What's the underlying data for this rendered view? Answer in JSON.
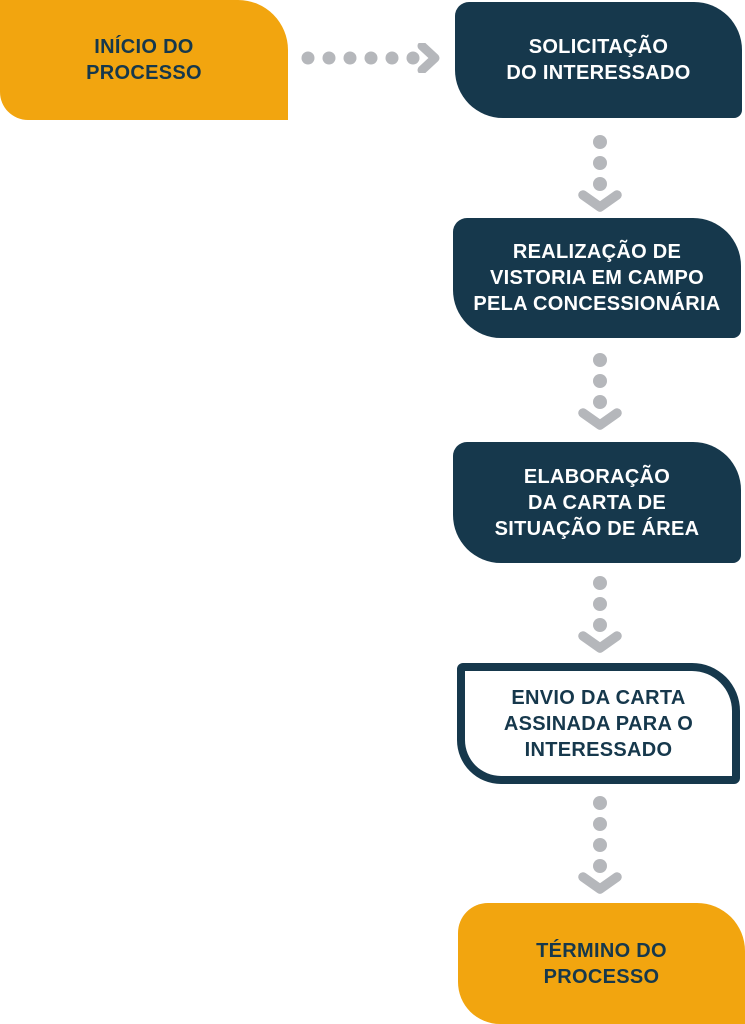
{
  "diagram": {
    "type": "flowchart",
    "background": "#FFFFFF",
    "nodes": [
      {
        "id": "inicio",
        "label": "INÍCIO DO\nPROCESSO",
        "kind": "start",
        "fill": "#F2A50F",
        "text_color": "#16384C"
      },
      {
        "id": "solicitacao",
        "label": "SOLICITAÇÃO\nDO INTERESSADO",
        "kind": "step",
        "fill": "#16384C",
        "text_color": "#FFFFFF"
      },
      {
        "id": "vistoria",
        "label": "REALIZAÇÃO DE\nVISTORIA EM CAMPO\nPELA CONCESSIONÁRIA",
        "kind": "step",
        "fill": "#16384C",
        "text_color": "#FFFFFF"
      },
      {
        "id": "elaboracao",
        "label": "ELABORAÇÃO\nDA CARTA DE\nSITUAÇÃO DE ÁREA",
        "kind": "step",
        "fill": "#16384C",
        "text_color": "#FFFFFF"
      },
      {
        "id": "envio",
        "label": "ENVIO DA CARTA\nASSINADA PARA O\nINTERESSADO",
        "kind": "step-outlined",
        "fill": "#FFFFFF",
        "border_color": "#16384C",
        "text_color": "#16384C"
      },
      {
        "id": "termino",
        "label": "TÉRMINO DO\nPROCESSO",
        "kind": "end",
        "fill": "#F2A50F",
        "text_color": "#16384C"
      }
    ],
    "connectors": [
      {
        "from": "inicio",
        "to": "solicitacao",
        "direction": "right",
        "style": "dotted",
        "dots": 6,
        "icon": "dotted-arrow-right-icon"
      },
      {
        "from": "solicitacao",
        "to": "vistoria",
        "direction": "down",
        "style": "dotted",
        "dots": 3,
        "icon": "dotted-arrow-down-icon"
      },
      {
        "from": "vistoria",
        "to": "elaboracao",
        "direction": "down",
        "style": "dotted",
        "dots": 3,
        "icon": "dotted-arrow-down-icon"
      },
      {
        "from": "elaboracao",
        "to": "envio",
        "direction": "down",
        "style": "dotted",
        "dots": 3,
        "icon": "dotted-arrow-down-icon"
      },
      {
        "from": "envio",
        "to": "termino",
        "direction": "down",
        "style": "dotted",
        "dots": 4,
        "icon": "dotted-arrow-down-icon"
      }
    ],
    "arrow_color": "#B5B7BB"
  }
}
